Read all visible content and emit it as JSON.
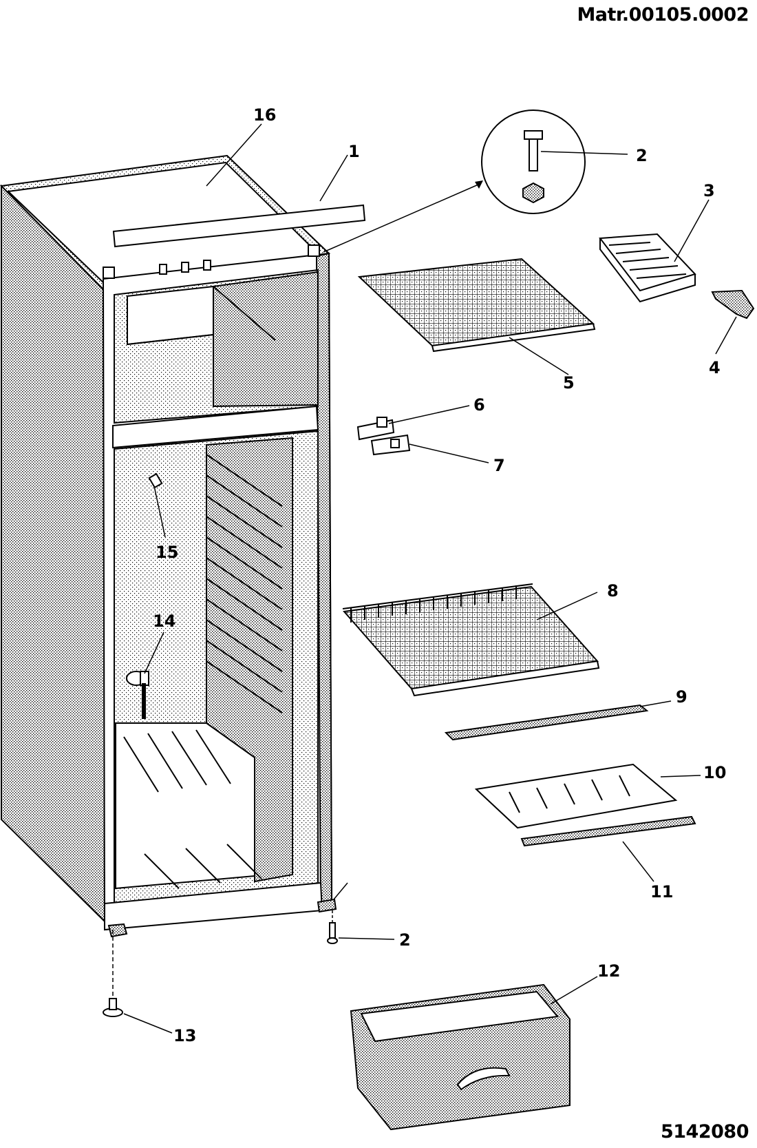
{
  "header": {
    "code": "Matr.00105.0002"
  },
  "footer": {
    "code": "5142080"
  },
  "callouts": {
    "c16": "16",
    "c1": "1",
    "c2a": "2",
    "c3": "3",
    "c4": "4",
    "c5": "5",
    "c6": "6",
    "c7": "7",
    "c15": "15",
    "c14": "14",
    "c8": "8",
    "c9": "9",
    "c10": "10",
    "c11": "11",
    "c2b": "2",
    "c12": "12",
    "c13": "13"
  }
}
